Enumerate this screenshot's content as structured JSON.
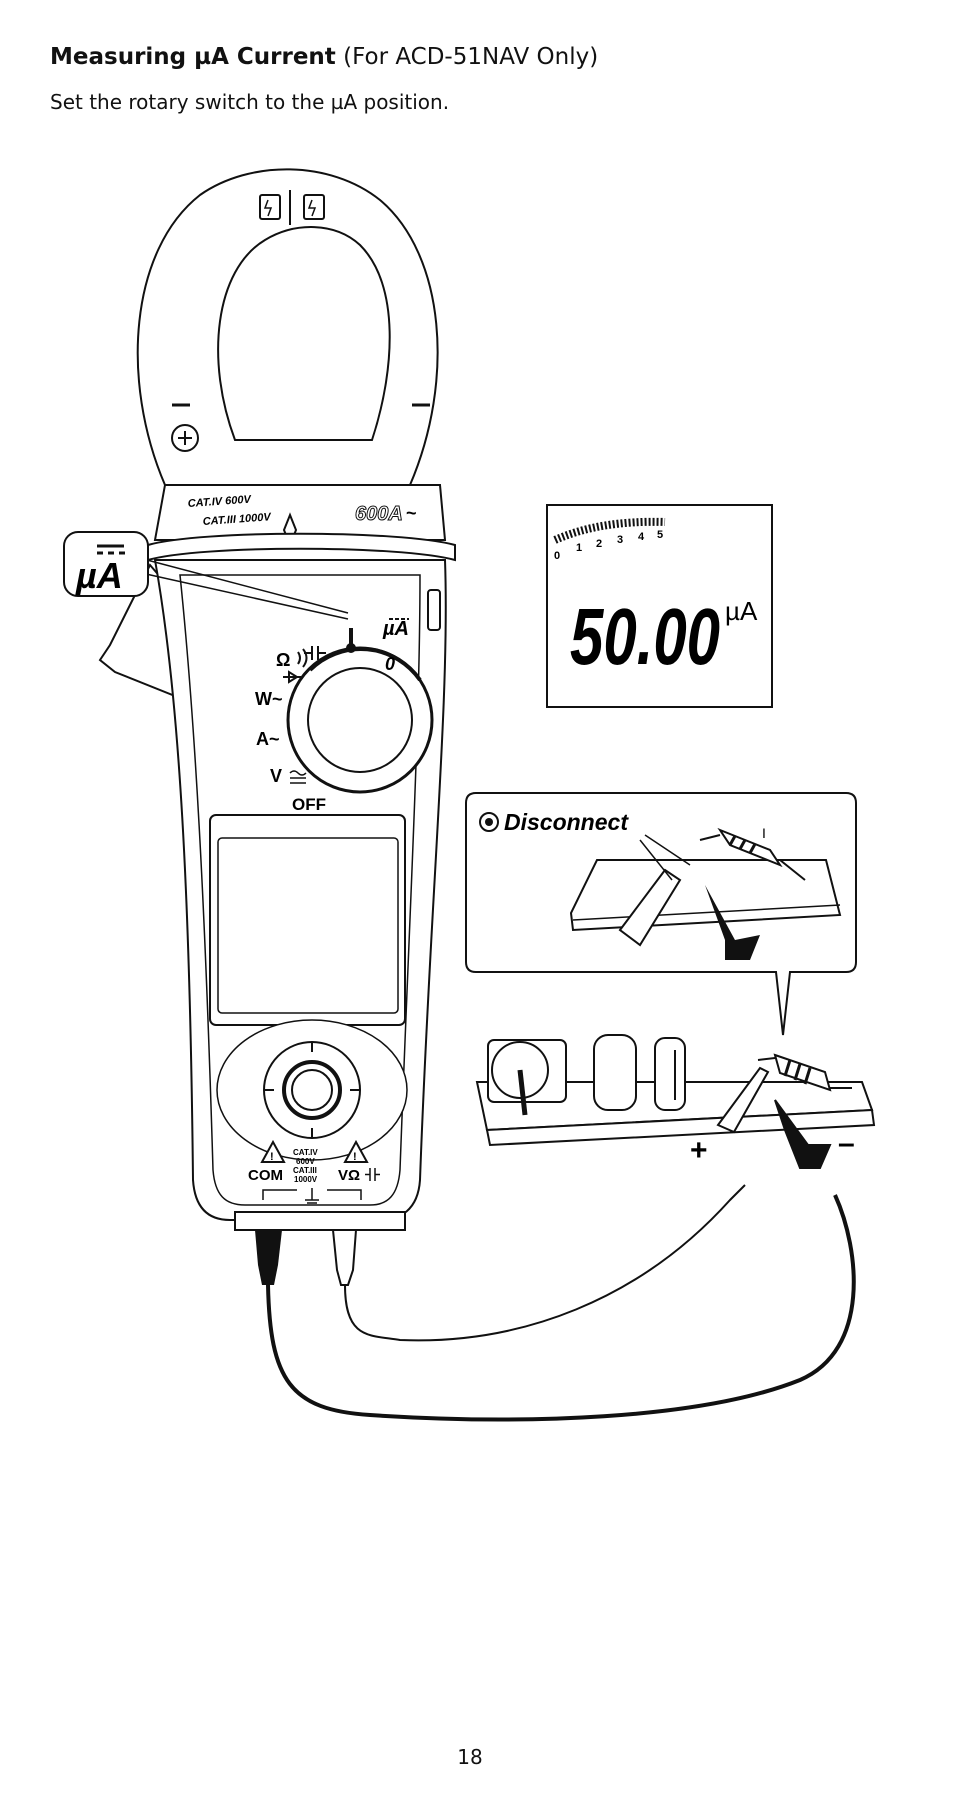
{
  "heading": {
    "bold": "Measuring µA Current",
    "normal": "(For ACD-51NAV Only)"
  },
  "instruction": "Set the rotary switch to the µA position.",
  "figure": {
    "clamp_labels": {
      "cat_iv": "CAT.IV 600V",
      "cat_iii": "CAT.III 1000V",
      "rating": "600A",
      "rating_symbol": "~"
    },
    "callout_label": "µA",
    "dial": {
      "ua": "µA",
      "ohm": "Ω",
      "w": "W~",
      "a": "A~",
      "v": "V",
      "off": "OFF",
      "zero": "0"
    },
    "terminals": {
      "com": "COM",
      "vohm": "VΩ",
      "cat_iv": "CAT.IV",
      "v600": "600V",
      "cat_iii": "CAT.III",
      "v1000": "1000V"
    },
    "lcd": {
      "reading": "50.00",
      "unit": "µA",
      "scale_labels": [
        "0",
        "1",
        "2",
        "3",
        "4",
        "5"
      ]
    },
    "disconnect_label": "Disconnect",
    "resistor_marker": "I",
    "polarity": {
      "plus": "+",
      "minus": "–"
    }
  },
  "page_number": "18"
}
